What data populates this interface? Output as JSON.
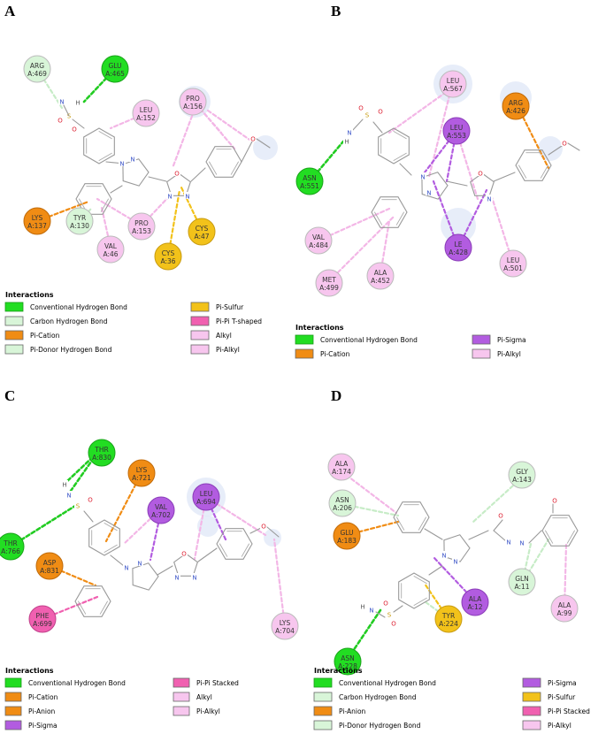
{
  "colors": {
    "conventional_hbond": "#22dd22",
    "carbon_hbond": "#d8f5d8",
    "pi_cation": "#f08c14",
    "pi_anion": "#f08c14",
    "pi_donor_hbond": "#d8f5d8",
    "pi_sulfur": "#f2c21a",
    "pi_pi_tshaped": "#f060b0",
    "pi_pi_stacked": "#f060b0",
    "alkyl": "#f7c6ee",
    "pi_alkyl": "#f7c6ee",
    "pi_sigma": "#b25ce0",
    "halo": "#dde6f7"
  },
  "panels": [
    {
      "label": "A",
      "residues": [
        {
          "name": "ARG",
          "id": "A:469",
          "type": "carbon_hbond"
        },
        {
          "name": "GLU",
          "id": "A:465",
          "type": "conventional_hbond"
        },
        {
          "name": "LEU",
          "id": "A:152",
          "type": "alkyl"
        },
        {
          "name": "PRO",
          "id": "A:156",
          "type": "alkyl"
        },
        {
          "name": "LYS",
          "id": "A:137",
          "type": "pi_cation"
        },
        {
          "name": "TYR",
          "id": "A:130",
          "type": "pi_donor_hbond"
        },
        {
          "name": "PRO",
          "id": "A:153",
          "type": "alkyl"
        },
        {
          "name": "VAL",
          "id": "A:46",
          "type": "alkyl"
        },
        {
          "name": "CYS",
          "id": "A:36",
          "type": "pi_sulfur"
        },
        {
          "name": "CYS",
          "id": "A:47",
          "type": "pi_sulfur"
        }
      ],
      "legend_title": "Interactions",
      "legend": [
        {
          "label": "Conventional Hydrogen Bond",
          "type": "conventional_hbond"
        },
        {
          "label": "Carbon Hydrogen Bond",
          "type": "carbon_hbond"
        },
        {
          "label": "Pi-Cation",
          "type": "pi_cation"
        },
        {
          "label": "Pi-Donor Hydrogen Bond",
          "type": "pi_donor_hbond"
        },
        {
          "label": "Pi-Sulfur",
          "type": "pi_sulfur"
        },
        {
          "label": "Pi-Pi T-shaped",
          "type": "pi_pi_tshaped"
        },
        {
          "label": "Alkyl",
          "type": "alkyl"
        },
        {
          "label": "Pi-Alkyl",
          "type": "pi_alkyl"
        }
      ]
    },
    {
      "label": "B",
      "residues": [
        {
          "name": "LEU",
          "id": "A:567",
          "type": "alkyl"
        },
        {
          "name": "ARG",
          "id": "A:426",
          "type": "pi_cation"
        },
        {
          "name": "LEU",
          "id": "A:553",
          "type": "pi_sigma"
        },
        {
          "name": "ASN",
          "id": "A:551",
          "type": "conventional_hbond"
        },
        {
          "name": "VAL",
          "id": "A:484",
          "type": "alkyl"
        },
        {
          "name": "LE",
          "id": "A:428",
          "type": "pi_sigma"
        },
        {
          "name": "LEU",
          "id": "A:501",
          "type": "alkyl"
        },
        {
          "name": "MET",
          "id": "A:499",
          "type": "alkyl"
        },
        {
          "name": "ALA",
          "id": "A:452",
          "type": "alkyl"
        }
      ],
      "legend_title": "Interactions",
      "legend": [
        {
          "label": "Conventional Hydrogen Bond",
          "type": "conventional_hbond"
        },
        {
          "label": "Pi-Cation",
          "type": "pi_cation"
        },
        {
          "label": "Pi-Sigma",
          "type": "pi_sigma"
        },
        {
          "label": "Pi-Alkyl",
          "type": "pi_alkyl"
        }
      ]
    },
    {
      "label": "C",
      "residues": [
        {
          "name": "THR",
          "id": "A:830",
          "type": "conventional_hbond"
        },
        {
          "name": "LYS",
          "id": "A:721",
          "type": "pi_cation"
        },
        {
          "name": "VAL",
          "id": "A:702",
          "type": "pi_sigma"
        },
        {
          "name": "LEU",
          "id": "A:694",
          "type": "pi_sigma"
        },
        {
          "name": "THR",
          "id": "A:766",
          "type": "conventional_hbond"
        },
        {
          "name": "ASP",
          "id": "A:831",
          "type": "pi_anion"
        },
        {
          "name": "PHE",
          "id": "A:699",
          "type": "pi_pi_stacked"
        },
        {
          "name": "LYS",
          "id": "A:704",
          "type": "alkyl"
        }
      ],
      "legend_title": "Interactions",
      "legend": [
        {
          "label": "Conventional Hydrogen Bond",
          "type": "conventional_hbond"
        },
        {
          "label": "Pi-Cation",
          "type": "pi_cation"
        },
        {
          "label": "Pi-Anion",
          "type": "pi_anion"
        },
        {
          "label": "Pi-Sigma",
          "type": "pi_sigma"
        },
        {
          "label": "Pi-Pi Stacked",
          "type": "pi_pi_stacked"
        },
        {
          "label": "Alkyl",
          "type": "alkyl"
        },
        {
          "label": "Pi-Alkyl",
          "type": "pi_alkyl"
        }
      ]
    },
    {
      "label": "D",
      "residues": [
        {
          "name": "ALA",
          "id": "A:174",
          "type": "alkyl"
        },
        {
          "name": "GLY",
          "id": "A:143",
          "type": "carbon_hbond"
        },
        {
          "name": "ASN",
          "id": "A:206",
          "type": "carbon_hbond"
        },
        {
          "name": "GLU",
          "id": "A:183",
          "type": "pi_anion"
        },
        {
          "name": "ALA",
          "id": "A:12",
          "type": "pi_sigma"
        },
        {
          "name": "GLN",
          "id": "A:11",
          "type": "carbon_hbond"
        },
        {
          "name": "TYR",
          "id": "A:224",
          "type": "pi_sulfur"
        },
        {
          "name": "ASN",
          "id": "A:228",
          "type": "conventional_hbond"
        },
        {
          "name": "ALA",
          "id": "A:99",
          "type": "alkyl"
        }
      ],
      "legend_title": "Interactions",
      "legend": [
        {
          "label": "Conventional Hydrogen Bond",
          "type": "conventional_hbond"
        },
        {
          "label": "Carbon Hydrogen Bond",
          "type": "carbon_hbond"
        },
        {
          "label": "Pi-Anion",
          "type": "pi_anion"
        },
        {
          "label": "Pi-Donor Hydrogen Bond",
          "type": "pi_donor_hbond"
        },
        {
          "label": "Pi-Sigma",
          "type": "pi_sigma"
        },
        {
          "label": "Pi-Sulfur",
          "type": "pi_sulfur"
        },
        {
          "label": "Pi-Pi Stacked",
          "type": "pi_pi_stacked"
        },
        {
          "label": "Pi-Alkyl",
          "type": "pi_alkyl"
        }
      ]
    }
  ]
}
